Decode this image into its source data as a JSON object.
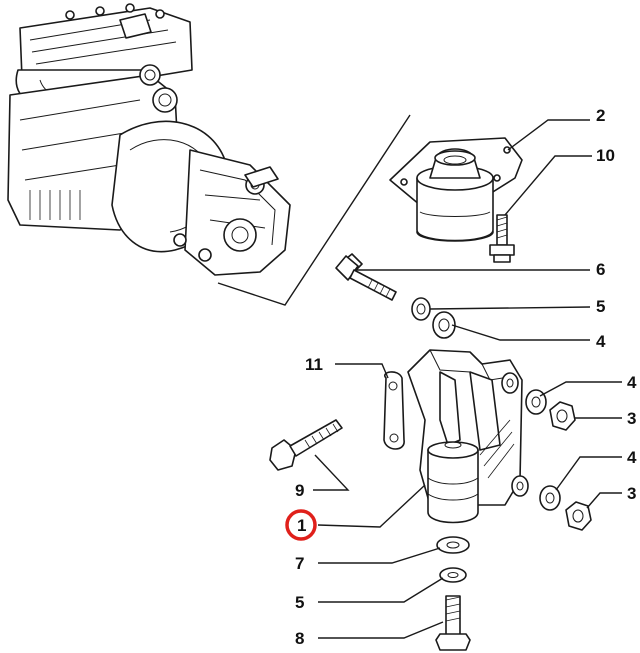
{
  "callouts": {
    "c2": "2",
    "c10": "10",
    "c6": "6",
    "c5_top": "5",
    "c4_top": "4",
    "c11": "11",
    "c4_mid": "4",
    "c3_mid": "3",
    "c9": "9",
    "c4_low": "4",
    "c3_low": "3",
    "c1": "1",
    "c7": "7",
    "c5_bottom": "5",
    "c8": "8"
  },
  "highlight": {
    "part": "1",
    "color": "#e0201b"
  }
}
